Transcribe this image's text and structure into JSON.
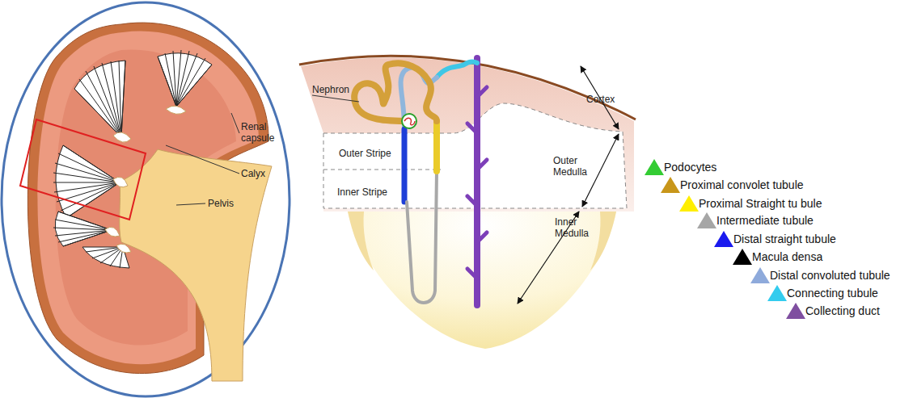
{
  "diagram": {
    "labels": [
      "Renal capsule",
      "Calyx",
      "Pelvis",
      "Nephron",
      "Cortex",
      "Outer Stripe",
      "Outer Medulla",
      "Inner Stripe",
      "Inner Medulla"
    ],
    "legend": [
      {
        "text": "Podocytes",
        "color": "#33cc33"
      },
      {
        "text": "Proximal convolet tubule",
        "color": "#c8961a"
      },
      {
        "text": "Proximal Straight tu bule",
        "color": "#ffee00"
      },
      {
        "text": "Intermediate tubule",
        "color": "#a6a6a6"
      },
      {
        "text": "Distal straight tubule",
        "color": "#1a1aee"
      },
      {
        "text": "Macula densa",
        "color": "#000000"
      },
      {
        "text": "Distal convoluted tubule",
        "color": "#8eaadb"
      },
      {
        "text": "Connecting tubule",
        "color": "#33ccee"
      },
      {
        "text": "Collecting duct",
        "color": "#7f4fa0"
      }
    ]
  }
}
